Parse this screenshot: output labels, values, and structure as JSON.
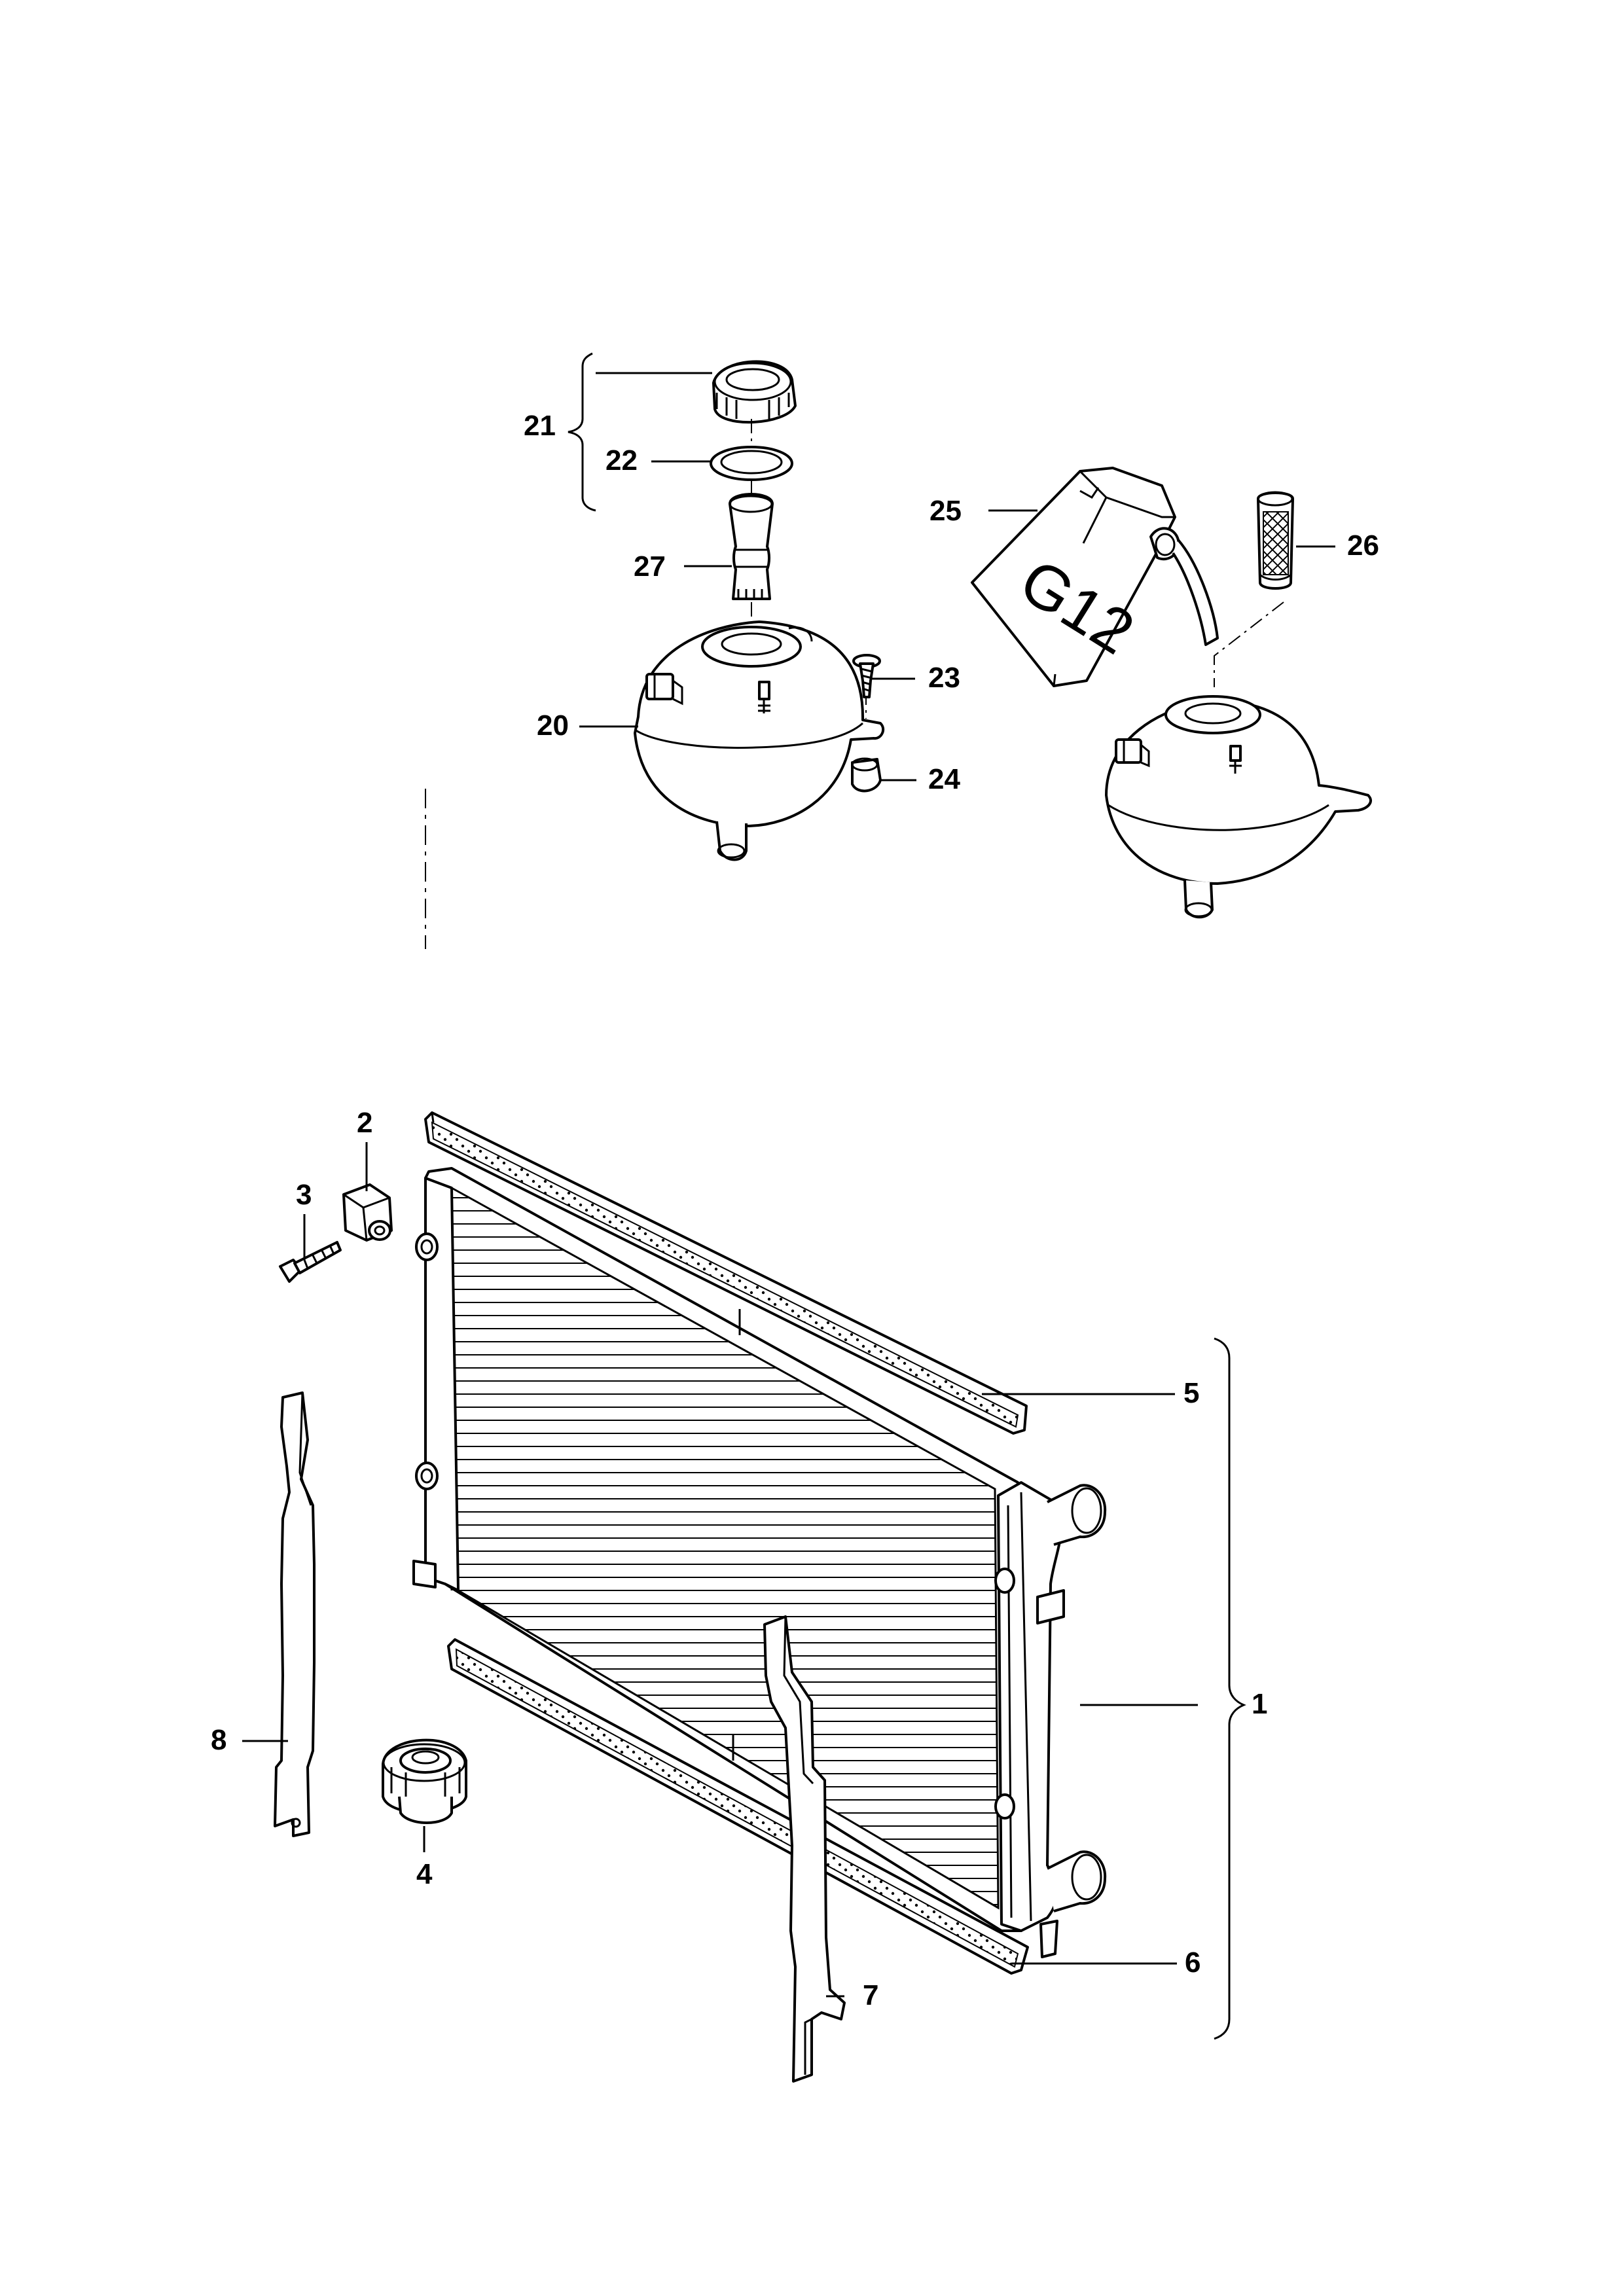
{
  "callouts": {
    "c1": "1",
    "c2": "2",
    "c3": "3",
    "c4": "4",
    "c5": "5",
    "c6": "6",
    "c7": "7",
    "c8": "8",
    "c20": "20",
    "c21": "21",
    "c22": "22",
    "c23": "23",
    "c24": "24",
    "c25": "25",
    "c26": "26",
    "c27": "27"
  },
  "bottle_label": "G12"
}
